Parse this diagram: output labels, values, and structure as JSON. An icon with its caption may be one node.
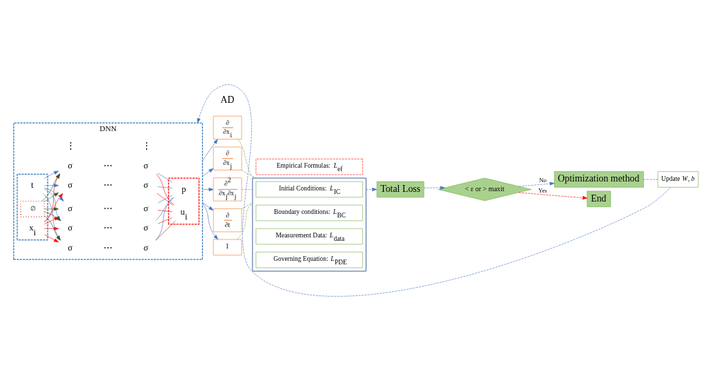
{
  "diagram": {
    "nodes": [
      {
        "text": [
          "DNN"
        ]
      },
      {
        "text": [],
        "shape": "box",
        "in": 0
      },
      {
        "text": [
          "x$_{i}$"
        ],
        "in": 1
      },
      {
        "text": [
          "t"
        ],
        "in": 1
      },
      {
        "text": [
          "∅"
        ],
        "in": 1
      },
      {
        "text": [
          "σ"
        ],
        "in": 0
      },
      {
        "text": [
          "σ"
        ],
        "in": 0
      },
      {
        "text": [
          "σ"
        ],
        "in": 0
      },
      {
        "text": [
          "σ"
        ],
        "in": 0
      },
      {
        "text": [
          "σ"
        ],
        "in": 0
      },
      {
        "text": [
          "σ"
        ],
        "in": 0
      },
      {
        "text": [
          "σ"
        ],
        "in": 0
      },
      {
        "text": [
          "σ"
        ],
        "in": 0
      },
      {
        "text": [
          "σ"
        ],
        "in": 0
      },
      {
        "text": [
          "σ"
        ],
        "in": 0
      },
      {
        "text": [],
        "shape": "box",
        "in": 0
      },
      {
        "text": [
          "u$_{i}$"
        ],
        "in": 15
      },
      {
        "text": [
          "p"
        ],
        "in": 15
      },
      {
        "text": [
          "∂",
          "∂x$_{i}$"
        ]
      },
      {
        "text": [
          "∂",
          "∂x$_{j}$"
        ]
      },
      {
        "text": [
          "∂$^{2}$",
          "∂x$_{j}$∂x$_{j}$"
        ]
      },
      {
        "text": [
          "∂",
          "∂t"
        ]
      },
      {
        "text": [
          "I"
        ]
      },
      {
        "text": [
          "Empirical Formulas: *L*$_{ef}$"
        ]
      },
      {
        "text": [],
        "shape": "box"
      },
      {
        "text": [
          "Governing Equation: *L*$_{PDE}$"
        ],
        "in": 24
      },
      {
        "text": [
          "Measurement Data: *L*$_{data}$"
        ],
        "in": 24
      },
      {
        "text": [
          "Boundary conditions: *L*$_{BC}$"
        ],
        "in": 24
      },
      {
        "text": [
          "Initial Conditions: *L*$_{IC}$"
        ],
        "in": 24
      },
      {
        "text": [
          "Total Loss"
        ]
      },
      {
        "text": [
          "< ε or > maxit"
        ]
      },
      {
        "text": [
          "End"
        ]
      },
      {
        "text": [
          "Optimization method"
        ]
      },
      {
        "text": [
          "Update *W*, *b*"
        ]
      }
    ],
    "edges": [
      {
        "from": 2,
        "to": 5,
        "arrow": "to",
        "color": "#ff0000"
      },
      {
        "from": 2,
        "to": 7,
        "arrow": "to",
        "color": "#ff0000"
      },
      {
        "from": 2,
        "to": 9,
        "arrow": "to",
        "color": "#ff0000"
      },
      {
        "from": 2,
        "to": 11,
        "arrow": "to",
        "color": "#ff0000"
      },
      {
        "from": 2,
        "to": 13,
        "arrow": "to",
        "color": "#ff0000"
      },
      {
        "from": 3,
        "to": 5,
        "arrow": "to"
      },
      {
        "from": 3,
        "to": 7,
        "arrow": "to"
      },
      {
        "from": 3,
        "to": 9,
        "arrow": "to"
      },
      {
        "from": 3,
        "to": 11,
        "arrow": "to"
      },
      {
        "from": 3,
        "to": 13,
        "arrow": "to"
      },
      {
        "from": 4,
        "to": 5,
        "arrow": "to",
        "color": "#375623"
      },
      {
        "from": 4,
        "to": 7,
        "arrow": "to",
        "color": "#375623"
      },
      {
        "from": 4,
        "to": 9,
        "arrow": "to",
        "color": "#375623"
      },
      {
        "from": 4,
        "to": 11,
        "arrow": "to",
        "color": "#375623"
      },
      {
        "from": 4,
        "to": 13,
        "arrow": "to",
        "color": "#375623"
      },
      {
        "from": 6,
        "to": 16,
        "arrow": "none",
        "color": "#ff0000"
      },
      {
        "from": 8,
        "to": 16,
        "arrow": "none",
        "color": "#ff0000"
      },
      {
        "from": 10,
        "to": 16,
        "arrow": "none",
        "color": "#ff0000"
      },
      {
        "from": 12,
        "to": 16,
        "arrow": "none",
        "color": "#ff0000"
      },
      {
        "from": 14,
        "to": 16,
        "arrow": "none",
        "color": "#ff0000"
      },
      {
        "from": 6,
        "to": 17,
        "arrow": "none"
      },
      {
        "from": 8,
        "to": 17,
        "arrow": "none"
      },
      {
        "from": 10,
        "to": 17,
        "arrow": "none"
      },
      {
        "from": 12,
        "to": 17,
        "arrow": "none"
      },
      {
        "from": 14,
        "to": 17,
        "arrow": "none"
      },
      {
        "from": 0,
        "to": 18,
        "arrow": "to"
      },
      {
        "from": 0,
        "to": 19,
        "arrow": "to"
      },
      {
        "from": 0,
        "to": 20,
        "arrow": "to"
      },
      {
        "from": 0,
        "to": 21,
        "arrow": "to"
      },
      {
        "from": 0,
        "to": 22,
        "arrow": "to"
      },
      {
        "from": 18,
        "to": 24,
        "arrow": "none",
        "style": "dashed",
        "color": "#70ad47"
      },
      {
        "from": 19,
        "to": 24,
        "arrow": "none",
        "style": "dashed",
        "color": "#70ad47"
      },
      {
        "from": 20,
        "to": 24,
        "arrow": "none",
        "style": "dashed",
        "color": "#70ad47"
      },
      {
        "from": 21,
        "to": 24,
        "arrow": "none",
        "style": "dashed",
        "color": "#70ad47"
      },
      {
        "from": 22,
        "to": 24,
        "arrow": "none",
        "style": "dashed",
        "color": "#70ad47"
      },
      {
        "from": 24,
        "to": 29,
        "arrow": "to",
        "style": "dashed"
      },
      {
        "from": 29,
        "to": 30,
        "arrow": "to",
        "style": "dashed"
      },
      {
        "from": 30,
        "to": 32,
        "arrow": "to",
        "style": "dashed",
        "label": "No"
      },
      {
        "from": 30,
        "to": 31,
        "arrow": "to",
        "style": "dashed",
        "color": "#ff0000",
        "label": "Yes"
      },
      {
        "from": 32,
        "to": 33,
        "arrow": "none",
        "style": "dashed"
      },
      {
        "from": 33,
        "to": 0,
        "arrow": "to",
        "style": "dashed"
      }
    ],
    "labels": [
      "AD",
      "⋯",
      "⋯",
      "⋯",
      "⋯",
      "⋮",
      "⋮",
      "⋯"
    ]
  }
}
